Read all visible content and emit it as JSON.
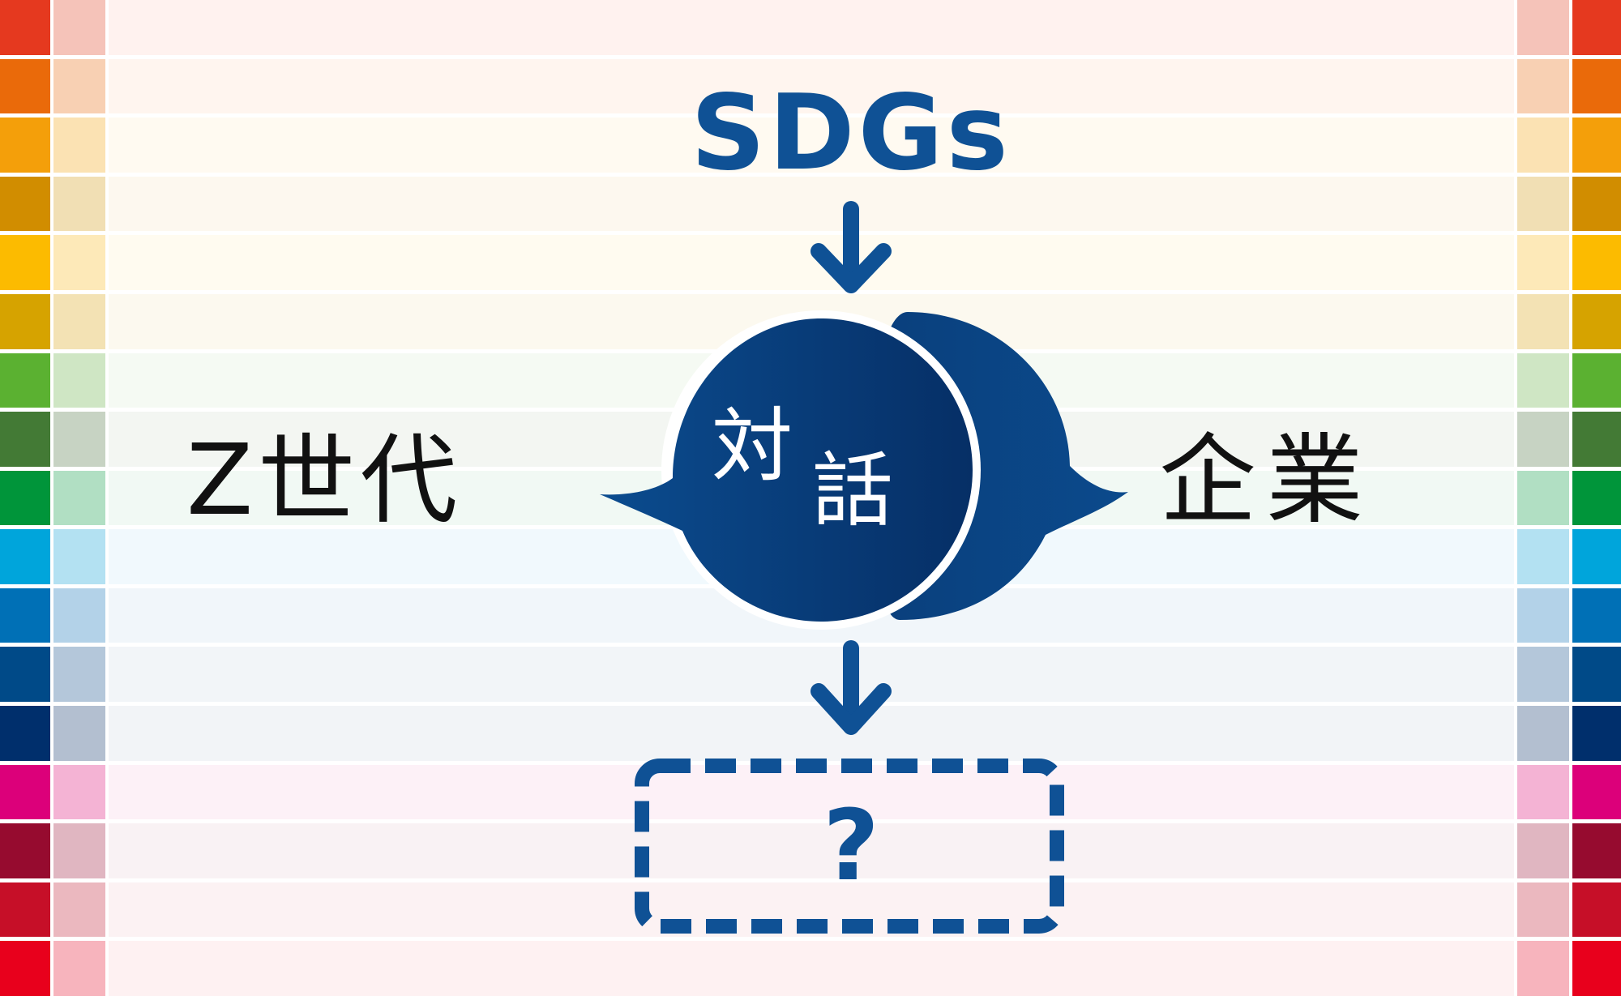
{
  "diagram": {
    "top_label": "SDGs",
    "left_label": "Z世代",
    "right_label": "企業",
    "center_label_1": "対",
    "center_label_2": "話",
    "result_label": "?",
    "accent_color": "#0f5195",
    "bubble_color": "#0b4a8c",
    "bubble_dark": "#062f66",
    "text_color": "#111111",
    "icons": [
      "arrow-down-icon",
      "speech-bubble-icon",
      "question-mark-icon",
      "dashed-box"
    ]
  },
  "stripes": {
    "rows": [
      {
        "sat": "#e5391f",
        "pale": "#f5c3b9",
        "mid": "#fff2ef"
      },
      {
        "sat": "#ea6a0a",
        "pale": "#f8d0b3",
        "mid": "#fff5ef"
      },
      {
        "sat": "#f49f0a",
        "pale": "#fbe2b3",
        "mid": "#fffaf1"
      },
      {
        "sat": "#d18d00",
        "pale": "#f1dfb4",
        "mid": "#fdf8ef"
      },
      {
        "sat": "#fcbb00",
        "pale": "#fde9b8",
        "mid": "#fffbf0"
      },
      {
        "sat": "#d6a300",
        "pale": "#f3e2b4",
        "mid": "#fcf9ef"
      },
      {
        "sat": "#5bb131",
        "pale": "#cfe6c4",
        "mid": "#f5faf3"
      },
      {
        "sat": "#437a35",
        "pale": "#c7d3c3",
        "mid": "#f3f6f2"
      },
      {
        "sat": "#00953a",
        "pale": "#b1dfc3",
        "mid": "#f1f9f4"
      },
      {
        "sat": "#00a5db",
        "pale": "#b3e1f2",
        "mid": "#f1f9fd"
      },
      {
        "sat": "#0070b6",
        "pale": "#b3d2e8",
        "mid": "#f1f6fa"
      },
      {
        "sat": "#004a88",
        "pale": "#b4c7da",
        "mid": "#f2f5f8"
      },
      {
        "sat": "#002f6c",
        "pale": "#b3bfd0",
        "mid": "#f2f4f7"
      },
      {
        "sat": "#dc007a",
        "pale": "#f4b3d4",
        "mid": "#fdf1f7"
      },
      {
        "sat": "#960b2f",
        "pale": "#e0b6c1",
        "mid": "#f9f2f4"
      },
      {
        "sat": "#c60f28",
        "pale": "#ebb8bf",
        "mid": "#fcf2f3"
      },
      {
        "sat": "#e8001c",
        "pale": "#f7b4bd",
        "mid": "#fef1f2"
      }
    ]
  }
}
